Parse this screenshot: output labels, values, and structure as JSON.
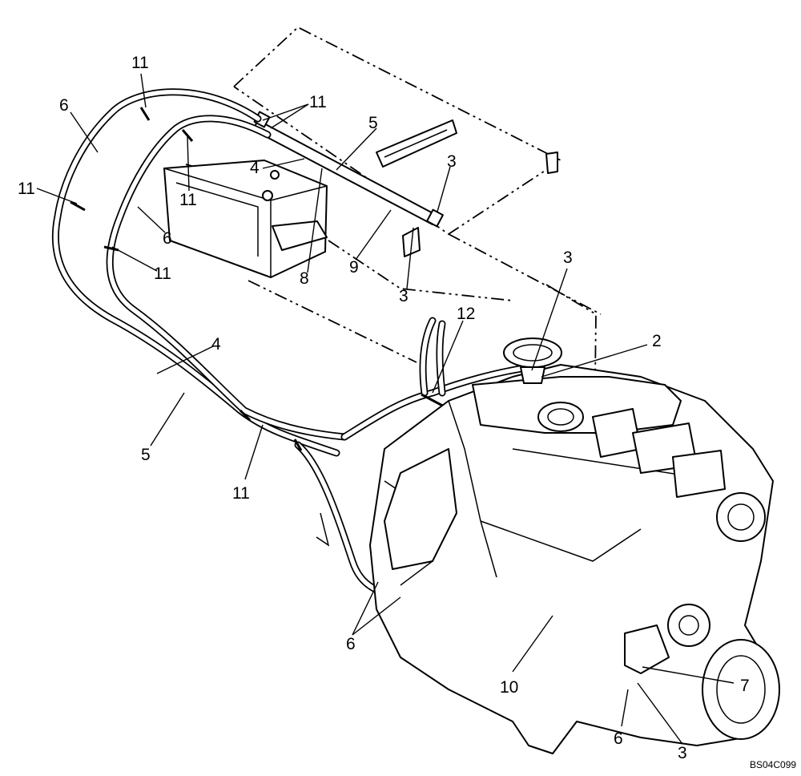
{
  "figure_code": "BS04C099",
  "callouts": {
    "c11_top": "11",
    "c11_topright": "11",
    "c6_left": "6",
    "c11_leftedge": "11",
    "c11_innerbox": "11",
    "c6_inner": "6",
    "c11_lower": "11",
    "c4_upper": "4",
    "c8": "8",
    "c9": "9",
    "c5_upper": "5",
    "c3_valve": "3",
    "c3_bracket": "3",
    "c3_fill": "3",
    "c12": "12",
    "c2": "2",
    "c4_mid": "4",
    "c5_mid": "5",
    "c11_mid": "11",
    "c6_bottom": "6",
    "c10": "10",
    "c7": "7",
    "c6_pump": "6",
    "c3_pump": "3"
  }
}
